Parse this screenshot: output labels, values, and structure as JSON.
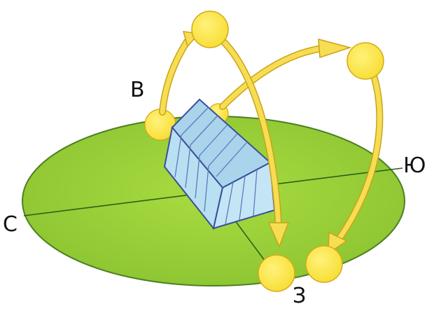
{
  "directions": {
    "north": "С",
    "east": "В",
    "south": "Ю",
    "west": "З"
  },
  "colors": {
    "ground": "#9dd23a",
    "ground_edge": "#4d7f22",
    "sun": "#fbe94a",
    "sun_edge": "#d4a91a",
    "path": "#f7dd54",
    "path_edge": "#c9a416",
    "greenhouse_front": "#b5dcf0",
    "greenhouse_side": "#a8d2ea",
    "greenhouse_edge": "#3b4f9a"
  }
}
